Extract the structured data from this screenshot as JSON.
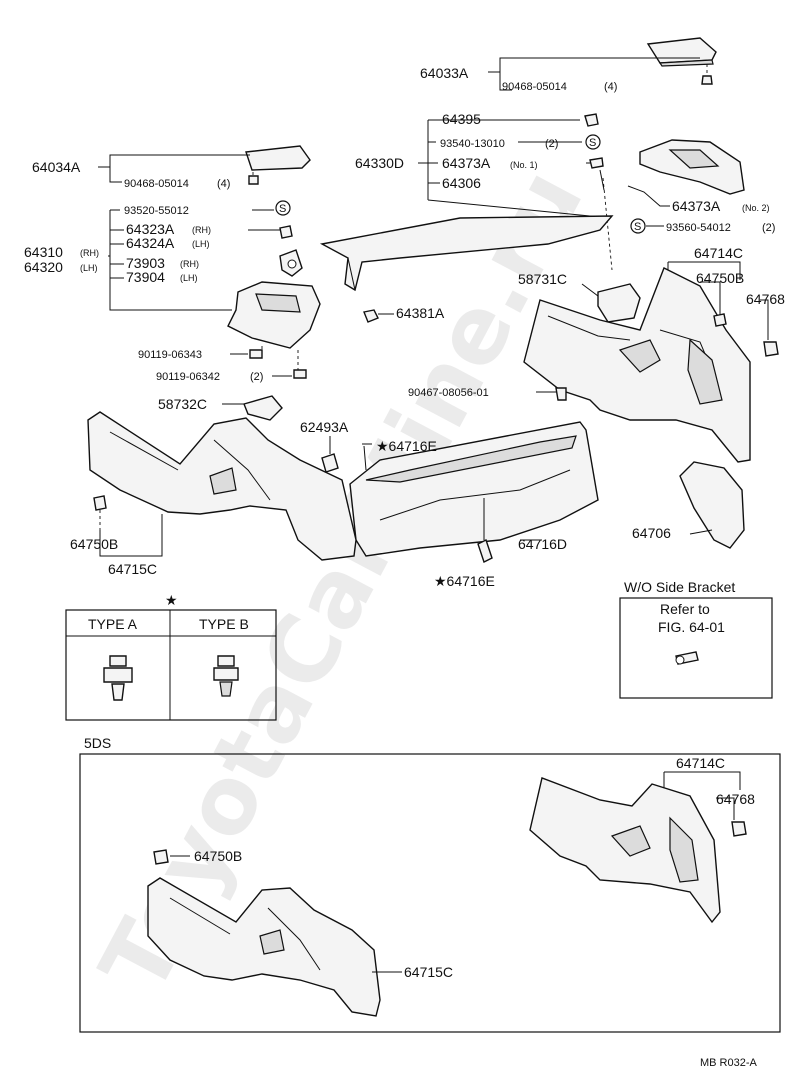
{
  "watermark": "ToyotaCarMine.ru",
  "labels": {
    "p64033A": "64033A",
    "p90468_05014_a": "90468-05014",
    "p90468_05014_a_qty": "(4)",
    "p64034A": "64034A",
    "p90468_05014_b": "90468-05014",
    "p90468_05014_b_qty": "(4)",
    "p64395": "64395",
    "p93540": "93540-13010",
    "p93540_qty": "(2)",
    "p64330D": "64330D",
    "p64373A": "64373A",
    "p64373A_note": "(No. 1)",
    "p64306": "64306",
    "p93520": "93520-55012",
    "p64323A": "64323A",
    "p64323A_note": "(RH)",
    "p64324A": "64324A",
    "p64324A_note": "(LH)",
    "p64310": "64310",
    "p64310_note": "(RH)",
    "p64320": "64320",
    "p64320_note": "(LH)",
    "p73903": "73903",
    "p73903_note": "(RH)",
    "p73904": "73904",
    "p73904_note": "(LH)",
    "p64373A_2": "64373A",
    "p64373A_2_note": "(No. 2)",
    "p93560": "93560-54012",
    "p93560_qty": "(2)",
    "p64714C": "64714C",
    "p58731C": "58731C",
    "p64750B_r": "64750B",
    "p64768": "64768",
    "p64381A": "64381A",
    "p90119_06343": "90119-06343",
    "p90119_06342": "90119-06342",
    "p90119_06342_qty": "(2)",
    "p90467": "90467-08056-01",
    "p58732C": "58732C",
    "p62493A": "62493A",
    "p64716E_top": "★64716E",
    "p64750B_l": "64750B",
    "p64716D": "64716D",
    "p64706": "64706",
    "p64715C": "64715C",
    "p64716E_bot": "★64716E",
    "s_symbol": "S"
  },
  "type_table": {
    "star": "★",
    "type_a": "TYPE A",
    "type_b": "TYPE B"
  },
  "side_bracket": {
    "title": "W/O Side Bracket",
    "line1": "Refer to",
    "line2": "FIG. 64-01"
  },
  "variant_5ds": {
    "title": "5DS",
    "p64714C": "64714C",
    "p64768": "64768",
    "p64750B": "64750B",
    "p64715C": "64715C"
  },
  "footer": "MB  R032-A"
}
